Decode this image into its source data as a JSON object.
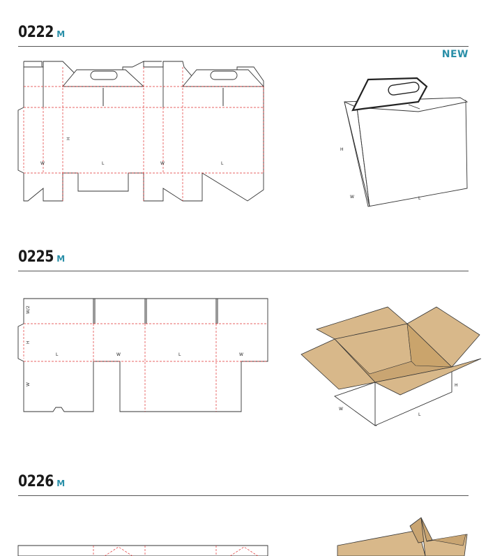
{
  "sections": [
    {
      "code": "0222",
      "mark": "M",
      "badge": "NEW",
      "flat_labels": {
        "h": "H",
        "w1": "W",
        "l1": "L",
        "w2": "W",
        "l2": "L"
      },
      "box_labels": {
        "h": "H",
        "w": "W",
        "l": "L"
      }
    },
    {
      "code": "0225",
      "mark": "M",
      "flat_labels": {
        "w_top": "W/2",
        "h": "H",
        "w_side": "W",
        "l1": "L",
        "w1": "W",
        "l2": "L",
        "w2": "W"
      },
      "box_labels": {
        "h": "H",
        "w": "W",
        "l": "L"
      }
    },
    {
      "code": "0226",
      "mark": "M"
    }
  ],
  "colors": {
    "accent": "#2a8fa8",
    "crease": "#e03030",
    "kraft": "#d8b88a",
    "kraft_dark": "#c9a572"
  }
}
